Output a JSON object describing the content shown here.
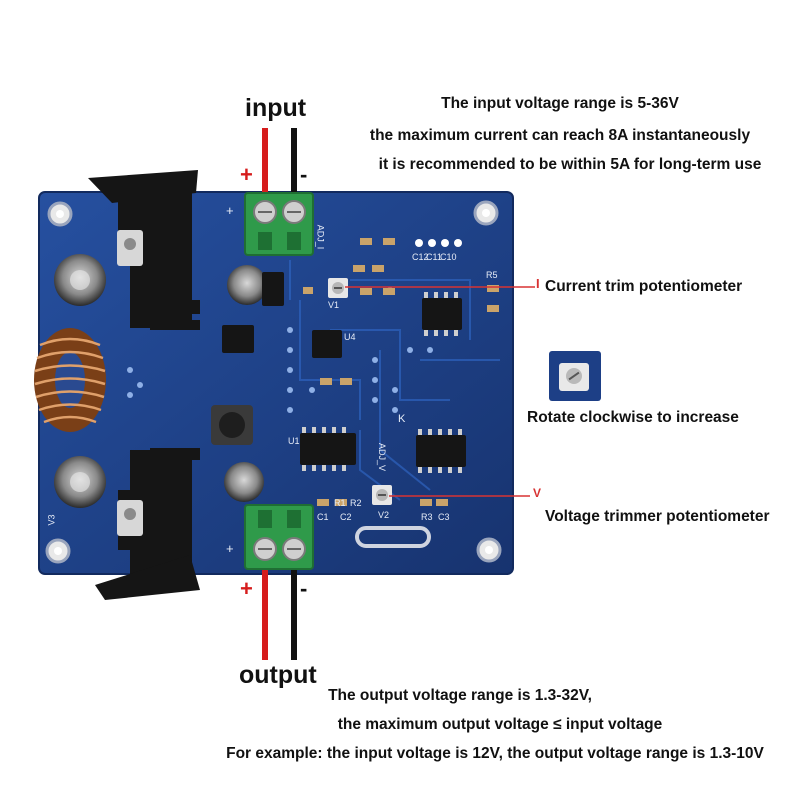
{
  "labels": {
    "input": "input",
    "output": "output",
    "input_plus": "+",
    "input_minus": "-",
    "output_plus": "+",
    "output_minus": "-"
  },
  "input_notes": [
    "The input voltage range is 5-36V",
    "the maximum current can reach 8A instantaneously",
    "it is recommended to be within 5A for long-term use"
  ],
  "callouts": {
    "current_trim": "Current trim potentiometer",
    "rotate": "Rotate clockwise to increase",
    "voltage_trim": "Voltage trimmer potentiometer",
    "current_marker": "I",
    "voltage_marker": "V"
  },
  "output_notes": [
    "The output voltage range is 1.3-32V,",
    "the maximum output voltage ≤ input voltage",
    "For example: the input voltage is 12V, the output voltage range is 1.3-10V"
  ],
  "board_marks": {
    "in_plus": "+",
    "out_plus": "+",
    "adj_i": "ADJ_I",
    "adj_v": "ADJ_V",
    "chip_u1": "U1",
    "chip_u4": "U4",
    "cap_c1": "C1",
    "cap_c2": "C2",
    "cap_c3": "C3",
    "cap_c12": "C12",
    "cap_c11": "C11",
    "cap_c10": "C10",
    "res_r1": "R1",
    "res_r2": "R2",
    "res_r3": "R3",
    "res_r5": "R5",
    "pot_v1": "V1",
    "pot_v2": "V2",
    "pot_v3": "V3",
    "tag_k": "K"
  },
  "colors": {
    "board": "#1d3f86",
    "plus_wire": "#d61c1c",
    "minus_wire": "#111111",
    "terminal": "#2f9a4a",
    "heatsink": "#141414",
    "copper_coil": "#b5642c",
    "callout_line": "#d83333"
  }
}
